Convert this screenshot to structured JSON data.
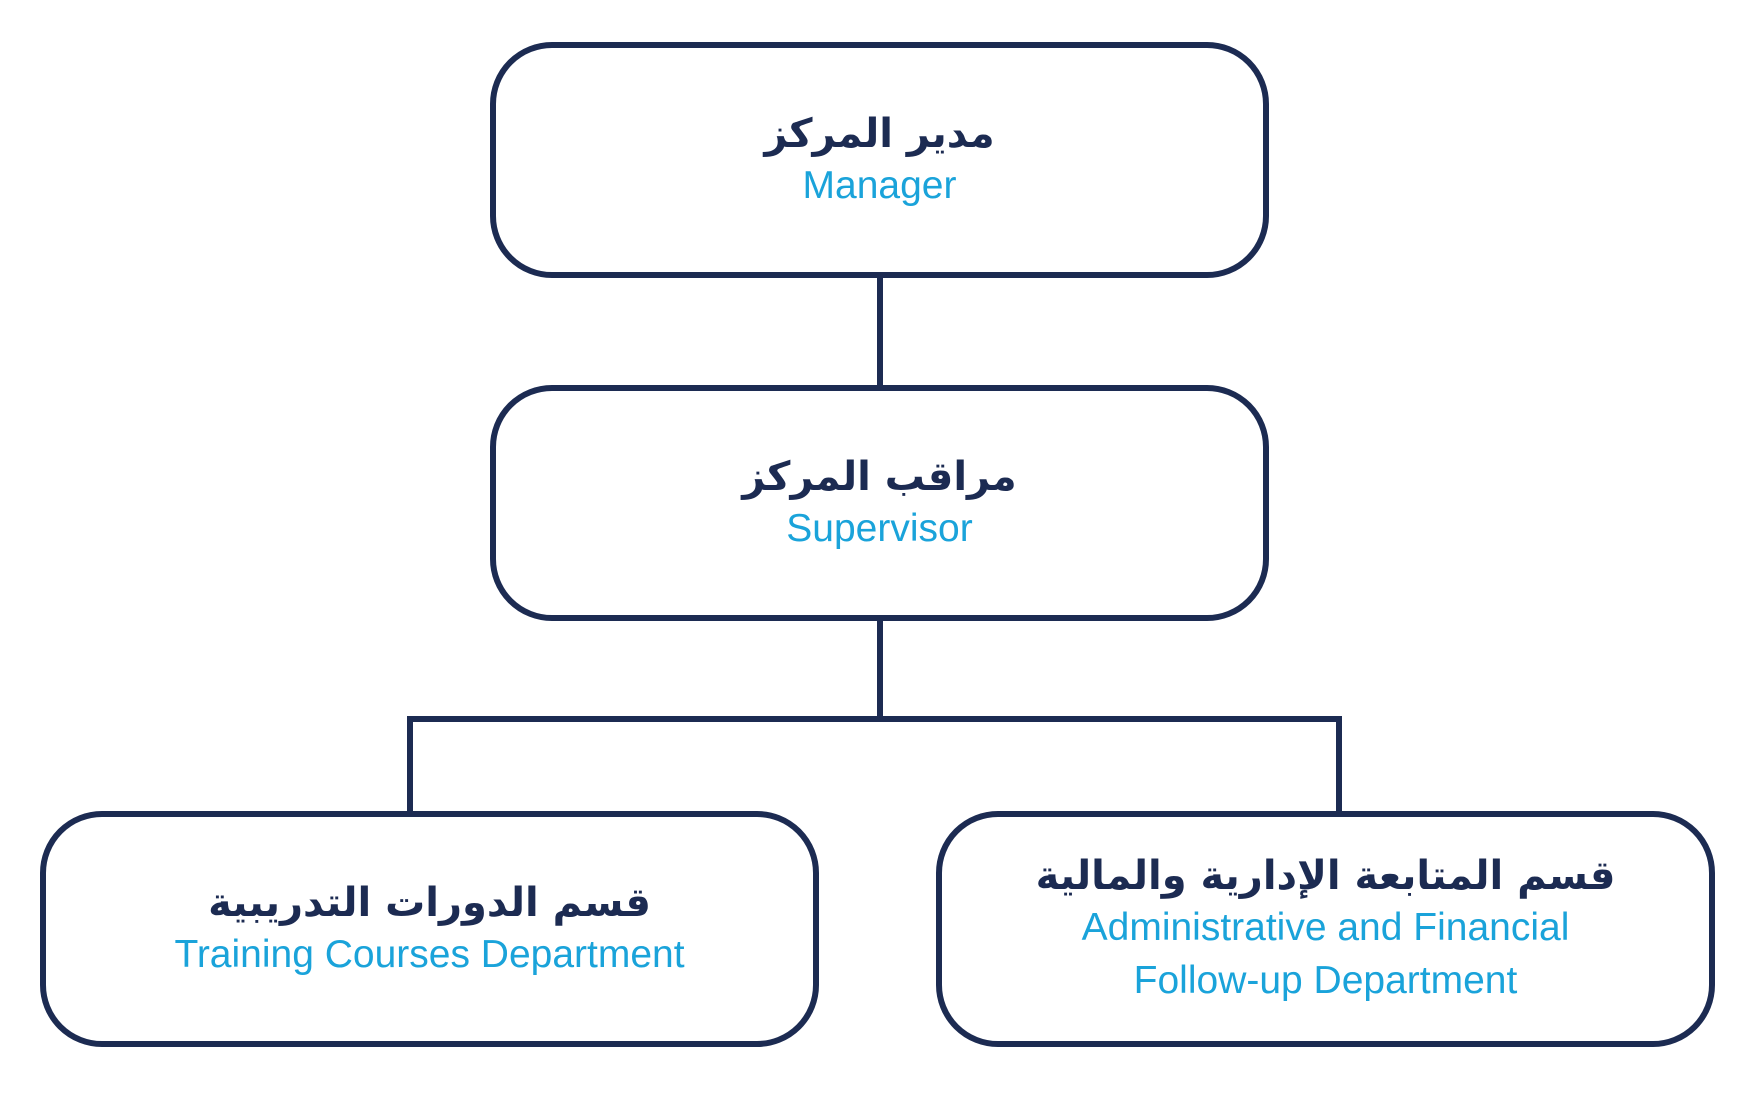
{
  "colors": {
    "border": "#1c2b52",
    "arabic_text": "#1c2b52",
    "english_text": "#1aa3da",
    "background": "#ffffff"
  },
  "nodes": {
    "manager": {
      "ar": "مدير المركز",
      "en": "Manager"
    },
    "supervisor": {
      "ar": "مراقب المركز",
      "en": "Supervisor"
    },
    "training": {
      "ar": "قسم الدورات التدريبية",
      "en": "Training Courses Department"
    },
    "admin": {
      "ar": "قسم المتابعة الإدارية والمالية",
      "en": "Administrative and Financial Follow-up Department"
    }
  }
}
